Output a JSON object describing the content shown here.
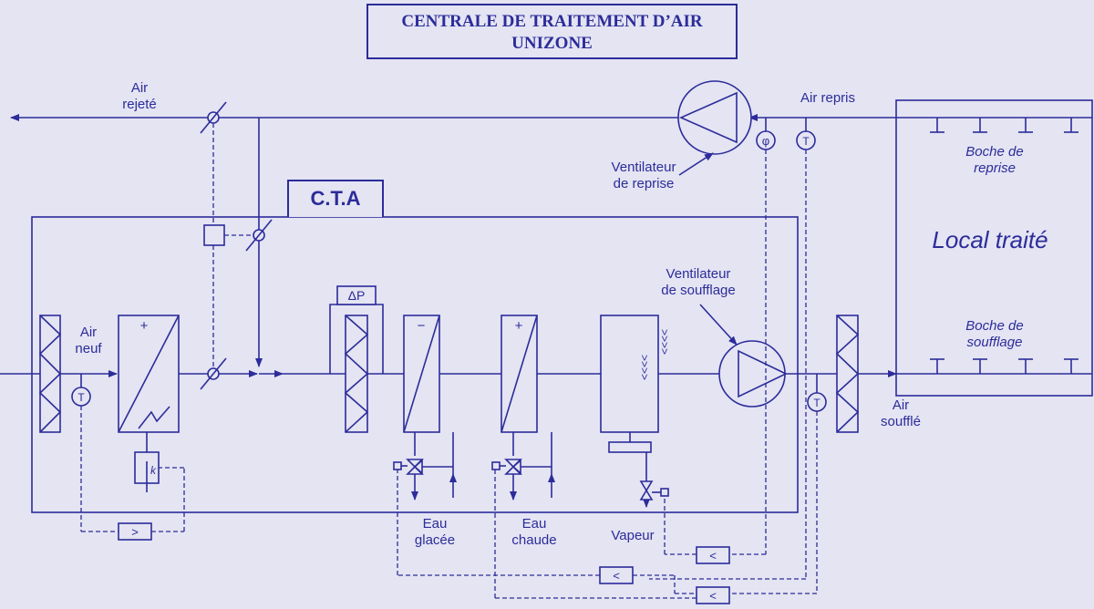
{
  "title": {
    "line1": "CENTRALE DE TRAITEMENT D’AIR",
    "line2": "UNIZONE"
  },
  "cta_label": "C.T.A",
  "labels": {
    "air_rejete_1": "Air",
    "air_rejete_2": "rejeté",
    "air_neuf_1": "Air",
    "air_neuf_2": "neuf",
    "air_repris": "Air repris",
    "air_souffle_1": "Air",
    "air_souffle_2": "soufflé",
    "vent_reprise_1": "Ventilateur",
    "vent_reprise_2": "de reprise",
    "vent_soufflage_1": "Ventilateur",
    "vent_soufflage_2": "de soufflage",
    "local_traite": "Local traité",
    "bouche_reprise_1": "Boche de",
    "bouche_reprise_2": "reprise",
    "bouche_soufflage_1": "Boche de",
    "bouche_soufflage_2": "soufflage",
    "eau_glacee_1": "Eau",
    "eau_glacee_2": "glacée",
    "eau_chaude_1": "Eau",
    "eau_chaude_2": "chaude",
    "vapeur": "Vapeur"
  },
  "symbols": {
    "delta_p": "ΔP",
    "temp": "T",
    "humidity": "φ",
    "plus": "+",
    "minus": "−",
    "k": "k",
    "ctrl_less": "<",
    "ctrl_greater": ">"
  },
  "colors": {
    "stroke": "#2c2c9a",
    "background": "#e4e4f3"
  }
}
